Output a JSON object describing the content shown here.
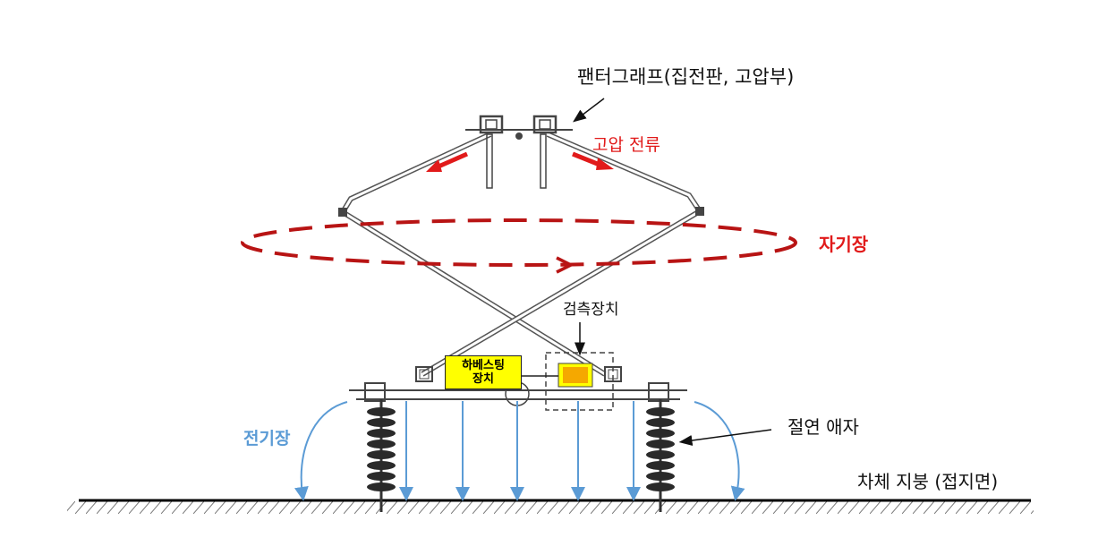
{
  "labels": {
    "pantograph": "팬터그래프(집전판, 고압부)",
    "hv_current": "고압 전류",
    "magnetic_field": "자기장",
    "sensor": "검측장치",
    "harvesting_line1": "하베스팅",
    "harvesting_line2": "장치",
    "electric_field": "전기장",
    "insulator": "절연 애자",
    "roof": "차체 지붕 (접지면)"
  },
  "colors": {
    "frame": "#555555",
    "hv_arrow": "#e11a1a",
    "magnetic_field": "#b81414",
    "electric_field": "#5b9bd5",
    "harvesting_box": "#ffff00",
    "sensor_block": "#f5a800"
  }
}
